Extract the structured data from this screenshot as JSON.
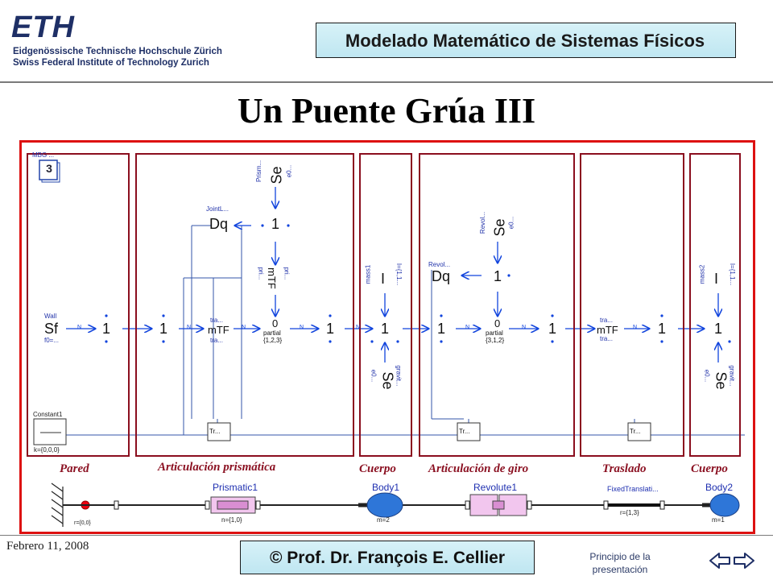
{
  "header": {
    "logo_text": "ETH",
    "institution_line1": "Eidgenössische Technische Hochschule Zürich",
    "institution_line2": "Swiss Federal Institute of Technology Zurich",
    "course_title": "Modelado Matemático de Sistemas Físicos"
  },
  "slide_title": "Un Puente Grúa III",
  "bond_graph": {
    "mbg_badge": "3",
    "mbg_label": "MBG ...",
    "wall": {
      "name": "Wall",
      "element": "Sf",
      "param": "f0=..."
    },
    "constant": {
      "name": "Constant1",
      "param": "k={0,0,0}"
    },
    "junctions": {
      "one": "1",
      "zero": "0"
    },
    "elements": {
      "se": "Se",
      "i": "I",
      "mtf": "mTF",
      "dq": "Dq",
      "tr": "Tr..."
    },
    "small_labels": {
      "prism": "Prism...",
      "e0": "e0...",
      "joint": "JointL...",
      "pri": "pri...",
      "tra": "tra...",
      "partial": "partial",
      "vec123": "{1,2,3}",
      "vec312": "{3,1,2}",
      "mass1": "mass1",
      "mass2": "mass2",
      "inertia": "I={1,1...",
      "gravit": "gravit...",
      "revol": "Revol...",
      "n": "N"
    },
    "sections": [
      "Pared",
      "Articulación prismática",
      "Cuerpo",
      "Articulación de giro",
      "Traslado",
      "Cuerpo"
    ]
  },
  "mechanical_model": {
    "ground_param": "r={0,0}",
    "prismatic": {
      "name": "Prismatic1",
      "param": "n={1,0}"
    },
    "body1": {
      "name": "Body1",
      "param": "m=2"
    },
    "revolute": {
      "name": "Revolute1"
    },
    "fixed_translation": {
      "name": "FixedTranslati...",
      "param": "r={1,3}"
    },
    "body2": {
      "name": "Body2",
      "param": "m=1"
    }
  },
  "footer": {
    "date": "Febrero 11, 2008",
    "author": "© Prof. Dr. François E. Cellier",
    "home_line1": "Principio de la",
    "home_line2": "presentación"
  },
  "colors": {
    "navy": "#1e2f66",
    "panel_border": "#8b0e1e",
    "frame": "#d11111",
    "bond_blue": "#1144dd",
    "signal": "#3355aa"
  }
}
